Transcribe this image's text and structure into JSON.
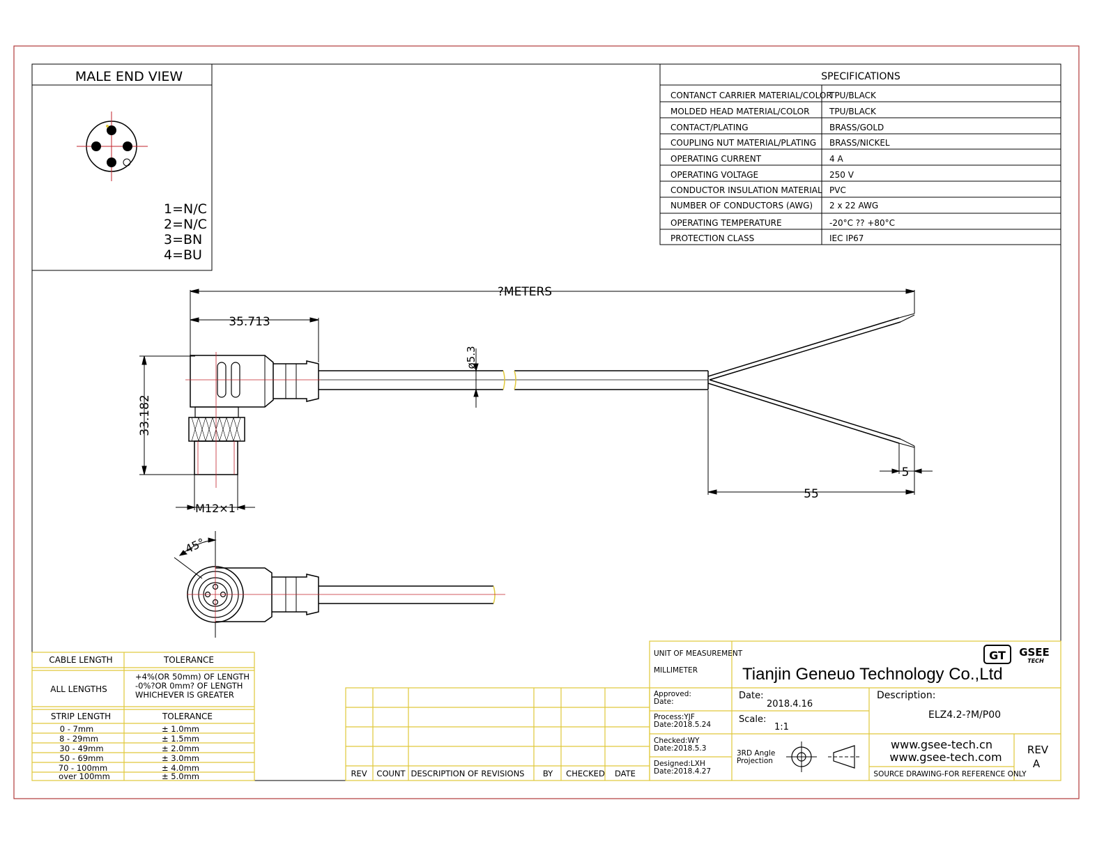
{
  "male_end_view": {
    "title": "MALE END VIEW",
    "pins": [
      "1=N/C",
      "2=N/C",
      "3=BN",
      "4=BU"
    ]
  },
  "specifications": {
    "title": "SPECIFICATIONS",
    "rows": [
      {
        "label": "CONTANCT CARRIER MATERIAL/COLOR",
        "value": "TPU/BLACK"
      },
      {
        "label": "MOLDED HEAD MATERIAL/COLOR",
        "value": "TPU/BLACK"
      },
      {
        "label": "CONTACT/PLATING",
        "value": "BRASS/GOLD"
      },
      {
        "label": "COUPLING NUT MATERIAL/PLATING",
        "value": "BRASS/NICKEL"
      },
      {
        "label": "OPERATING CURRENT",
        "value": "4 A"
      },
      {
        "label": "OPERATING VOLTAGE",
        "value": "250 V"
      },
      {
        "label": "CONDUCTOR INSULATION MATERIAL",
        "value": "PVC"
      },
      {
        "label": "NUMBER OF CONDUCTORS (AWG)",
        "value": "2 x 22 AWG"
      },
      {
        "label": "OPERATING TEMPERATURE",
        "value": "-20°C ?? +80°C"
      },
      {
        "label": "PROTECTION CLASS",
        "value": "IEC  IP67"
      }
    ]
  },
  "dimensions": {
    "overall": "?METERS",
    "head_length": "35.713",
    "height": "33.182",
    "diameter": "ø5.3",
    "thread": "M12×1",
    "strip": "5",
    "split": "55",
    "angle": "45°"
  },
  "tolerance_table": {
    "cable_length_header": "CABLE LENGTH",
    "tolerance_header": "TOLERANCE",
    "all_lengths": "ALL LENGTHS",
    "all_lengths_tolerance": [
      "+4%(OR 50mm) OF LENGTH",
      "-0%?OR 0mm? OF LENGTH",
      "WHICHEVER  IS  GREATER"
    ],
    "strip_length_header": "STRIP LENGTH",
    "strip_tolerance_header": "TOLERANCE",
    "strip_rows": [
      {
        "range": "0 - 7mm",
        "tol": "± 1.0mm"
      },
      {
        "range": "8 - 29mm",
        "tol": "± 1.5mm"
      },
      {
        "range": "30 - 49mm",
        "tol": "± 2.0mm"
      },
      {
        "range": "50 - 69mm",
        "tol": "± 3.0mm"
      },
      {
        "range": "70 - 100mm",
        "tol": "± 4.0mm"
      },
      {
        "range": "over 100mm",
        "tol": "± 5.0mm"
      }
    ]
  },
  "revisions": {
    "headers": [
      "REV",
      "COUNT",
      "DESCRIPTION  OF  REVISIONS",
      "BY",
      "CHECKED",
      "DATE"
    ]
  },
  "title_block": {
    "unit_label": "UNIT OF MEASUREMENT",
    "unit_value": "MILLIMETER",
    "company": "Tianjin Geneuo Technology Co.,Ltd",
    "logo_mark": "GT",
    "logo_name": "GSEE",
    "logo_sub": "TECH",
    "approved_label": "Approved:",
    "approved_date": "Date:",
    "process_label": "Process:YJF",
    "process_date": "Date:2018.5.24",
    "checked_label": "Checked:WY",
    "checked_date": "Date:2018.5.3",
    "designed_label": "Designed:LXH",
    "designed_date": "Date:2018.4.27",
    "date_label": "Date:",
    "date_value": "2018.4.16",
    "scale_label": "Scale:",
    "scale_value": "1:1",
    "projection_label": [
      "3RD Angle",
      "Projection"
    ],
    "description_label": "Description:",
    "description_value": "ELZ4.2-?M/P00",
    "websites": [
      "www.gsee-tech.cn",
      "www.gsee-tech.com"
    ],
    "rev_label": "REV",
    "rev_value": "A",
    "source_note": "SOURCE DRAWING-FOR REFERENCE ONLY"
  },
  "colors": {
    "border_red": "#b03a3a",
    "centerline_red": "#c0202a",
    "table_yellow": "#e0c83a",
    "line": "#000000"
  }
}
